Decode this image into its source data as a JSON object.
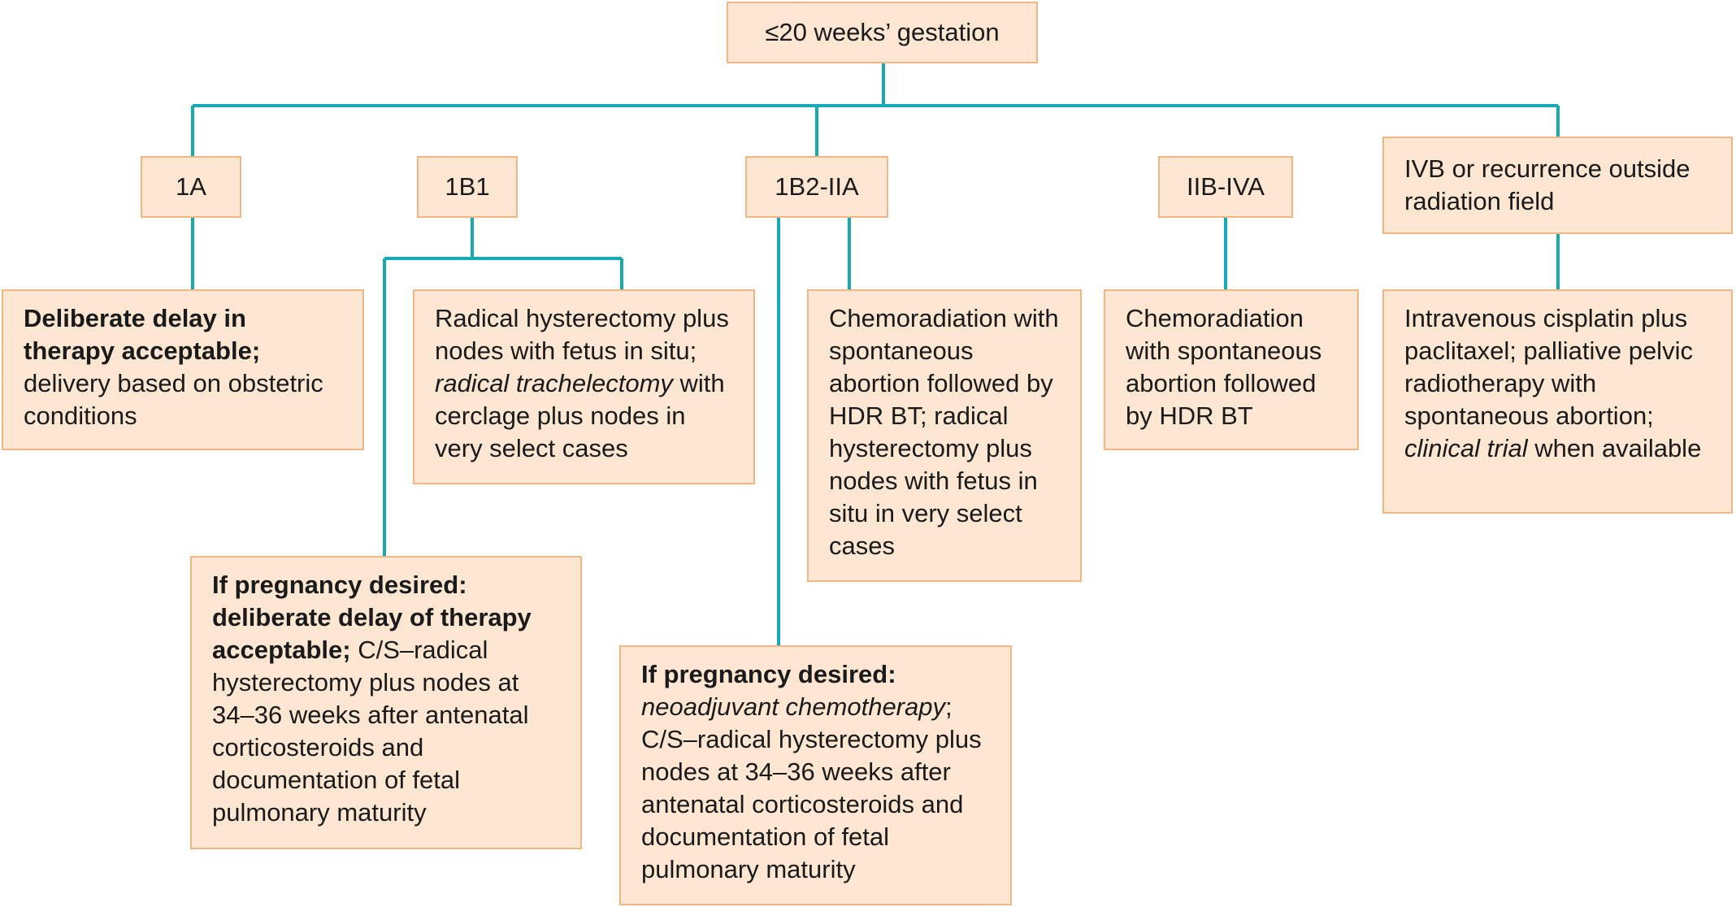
{
  "root": {
    "label": "≤20 weeks’ gestation"
  },
  "stages": {
    "1a": "1A",
    "1b1": "1B1",
    "1b2_iia": "1B2-IIA",
    "iib_iva": "IIB-IVA",
    "ivb": "IVB or recurrence outside radiation field"
  },
  "outcomes": {
    "1a": {
      "bold": "Deliberate delay in therapy acceptable;",
      "text": " delivery based on obstetric conditions"
    },
    "1b1_surgery": {
      "text1": "Radical hysterectomy plus nodes with fetus in situ; ",
      "italic": "radical trachelectomy",
      "text2": " with cerclage plus nodes in very select cases"
    },
    "1b1_pregnancy": {
      "bold": "If pregnancy desired: deliberate delay of therapy acceptable;",
      "text": " C/S–radical hysterectomy plus nodes at 34–36 weeks after antenatal corticosteroids and documentation of fetal pulmonary maturity"
    },
    "1b2_chemo": {
      "text": "Chemoradiation with spontaneous abortion followed by HDR BT; radical hysterectomy plus nodes with fetus in situ in very select cases"
    },
    "1b2_pregnancy": {
      "bold": "If pregnancy desired:",
      "italic": "neoadjuvant chemotherapy",
      "text": "; C/S–radical hysterectomy plus nodes at 34–36 weeks after antenatal corticosteroids and documentation of fetal pulmonary maturity"
    },
    "iib_iva": {
      "text": "Chemoradiation with spontaneous abortion followed by HDR BT"
    },
    "ivb": {
      "text1": "Intravenous cisplatin plus paclitaxel; palliative pelvic radiotherapy with spontaneous abortion; ",
      "italic": "clinical trial",
      "text2": " when available"
    }
  },
  "colors": {
    "connector": "#16a9b8",
    "box_fill": "#fde7d2",
    "box_border": "#f0b785"
  }
}
